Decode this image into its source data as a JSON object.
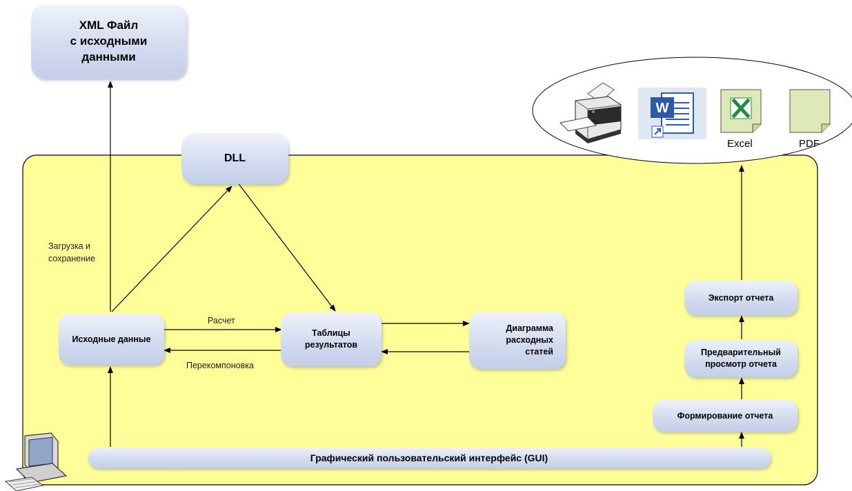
{
  "nodes": {
    "xml_file": "XML Файл\nс исходными\nданными",
    "dll": "DLL",
    "source_data": "Исходные данные",
    "result_tables": "Таблицы\nрезультатов",
    "expense_chart": "Диаграмма\nрасходных\nстатей",
    "export_report": "Экспорт отчета",
    "preview_report": "Предварительный\nпросмотр  отчета",
    "form_report": "Формирование отчета",
    "gui": "Графический пользовательский интерфейс (GUI)"
  },
  "edges": {
    "load_save": "Загрузка и\nсохранение",
    "calc": "Расчет",
    "relayout": "Перекомпоновка"
  },
  "outputs": {
    "icons": [
      "printer-icon",
      "word-icon",
      "excel-icon",
      "pdf-icon"
    ],
    "excel_label": "Excel",
    "pdf_label": "PDF"
  },
  "colors": {
    "panel_fill": "#ffff99",
    "node_fill": "#d3dcef",
    "excel_green": "#1d8c3a",
    "word_blue": "#2b5aa8"
  }
}
